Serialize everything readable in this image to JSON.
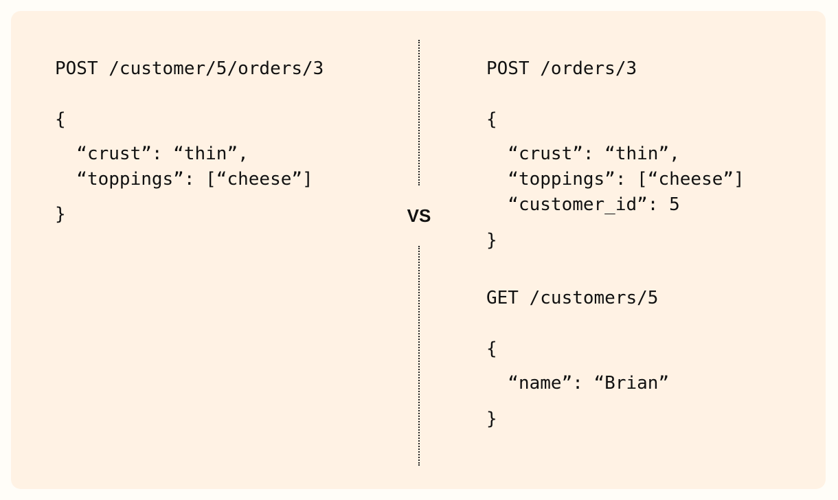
{
  "left": {
    "request_line": "POST /customer/5/orders/3",
    "open_brace": "{",
    "line_1": "  “crust”: “thin”,",
    "line_2": "  “toppings”: [“cheese”]",
    "close_brace": "}"
  },
  "separator": {
    "label": "VS"
  },
  "right": {
    "request_1": {
      "request_line": "POST /orders/3",
      "open_brace": "{",
      "line_1": "  “crust”: “thin”,",
      "line_2": "  “toppings”: [“cheese”]",
      "line_3": "  “customer_id”: 5",
      "close_brace": "}"
    },
    "request_2": {
      "request_line": "GET /customers/5",
      "open_brace": "{",
      "line_1": "  “name”: “Brian”",
      "close_brace": "}"
    }
  }
}
